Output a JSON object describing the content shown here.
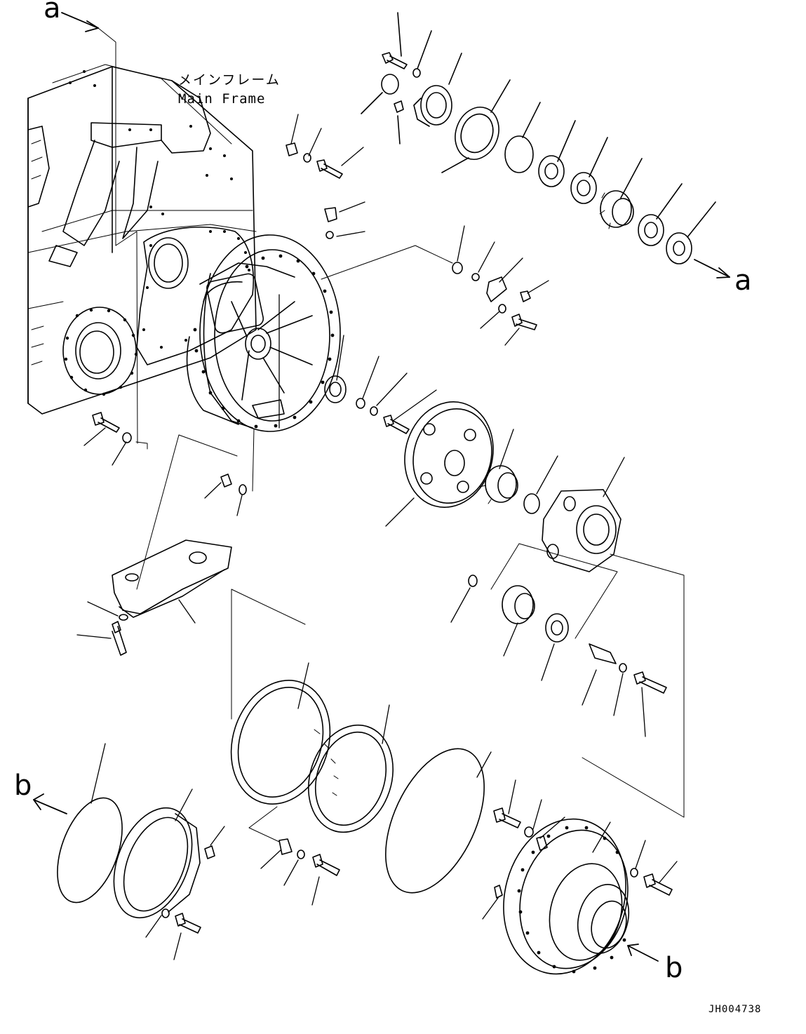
{
  "labels": {
    "frame_jp": "メインフレーム",
    "frame_en": "Main Frame",
    "ref_a_top": "a",
    "ref_a_right": "a",
    "ref_b_left": "b",
    "ref_b_right": "b",
    "drawing_code": "JH004738"
  },
  "colors": {
    "ink": "#000000",
    "paper": "#ffffff"
  }
}
